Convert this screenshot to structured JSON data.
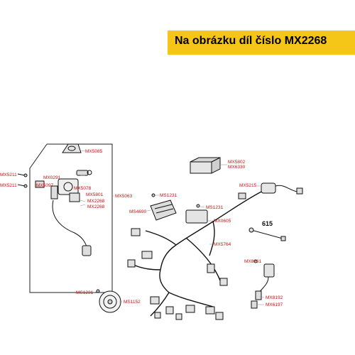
{
  "banner": {
    "text": "Na obrázku díl číslo MX2268"
  },
  "colors": {
    "banner_bg": "#f5c518",
    "label_red": "#cc1111",
    "line": "#111111"
  },
  "part_labels": {
    "mx5085": "MX5085",
    "mx5211_a": "MX5211",
    "mx5211_b": "MX5211",
    "mx0291": "MX0291",
    "mx5097": "MX5097",
    "mx5078": "MX5078",
    "mx5801": "MX5801",
    "mx2268_a": "MX2268",
    "mx2268_b": "MX2268",
    "mx5063": "MX5063",
    "ms1231_a": "MS1231",
    "ms4690": "MS4690",
    "ms1231_b": "MS1231",
    "mx5802": "MX5802",
    "mx6330": "MX6330",
    "mx5215": "MX5215",
    "mx0605": "MX0605",
    "mx5764": "MX5764",
    "part_615": "615",
    "mx8261": "MX8261",
    "ms1231_c": "MS1231",
    "ms1152": "MS1152",
    "mx8192": "MX8192",
    "mx6197": "MX6197"
  }
}
